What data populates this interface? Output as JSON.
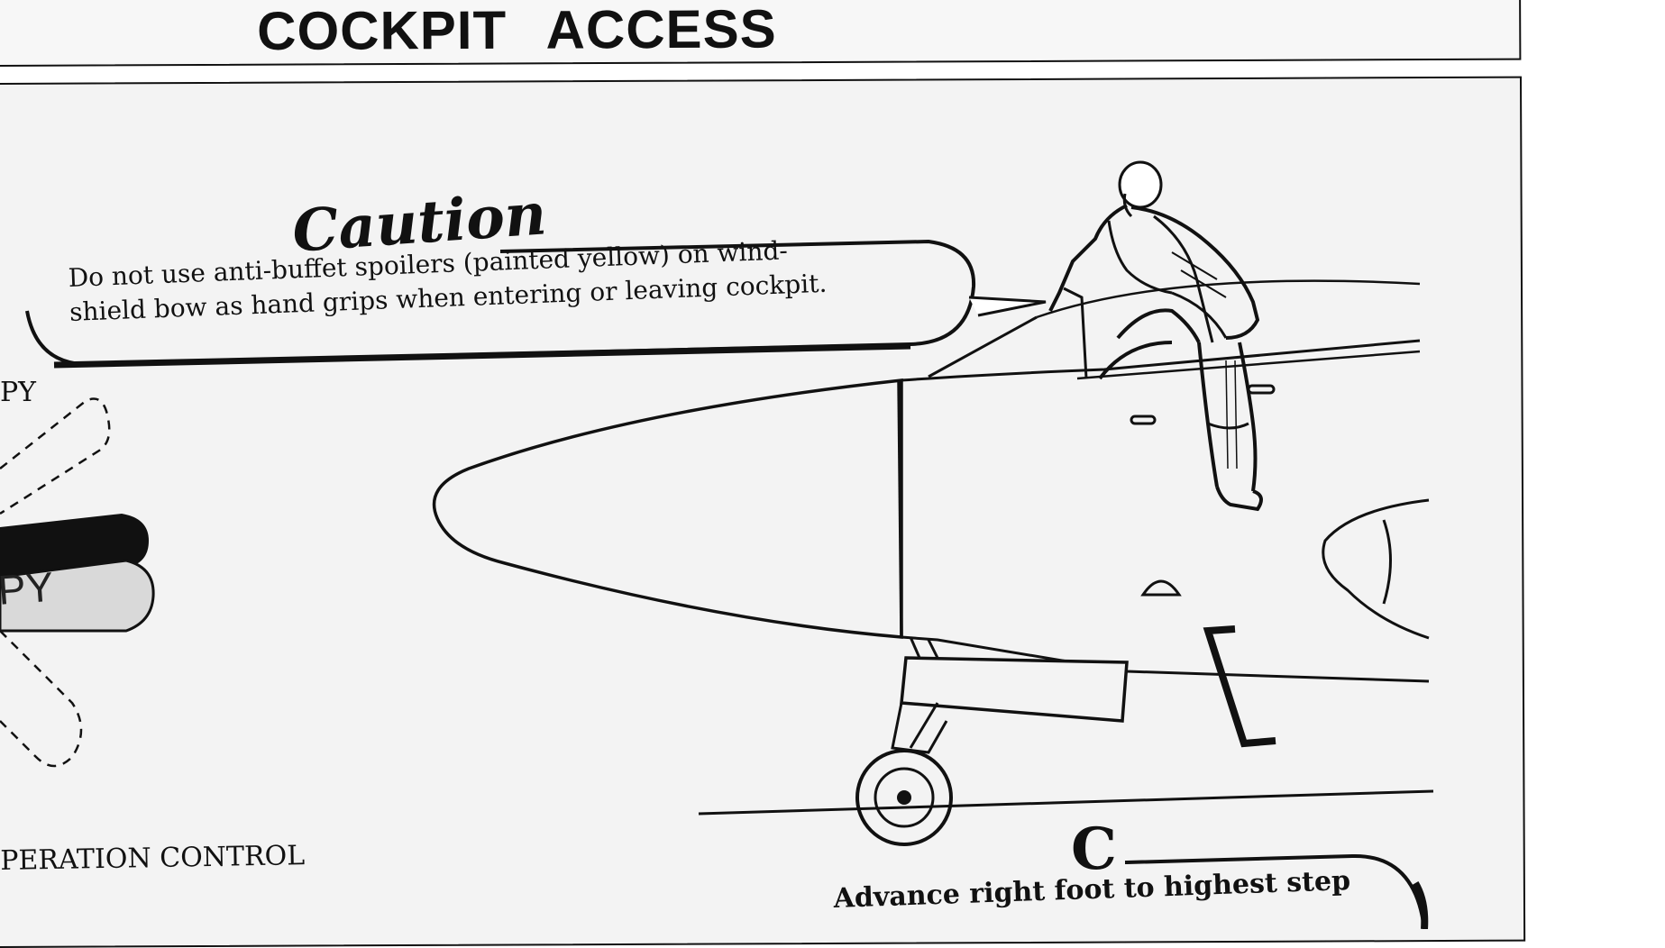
{
  "header": {
    "title": "COCKPIT   ACCESS"
  },
  "caution": {
    "heading": "Caution",
    "line1": "Do not use anti-buffet spoilers (painted yellow) on wind-",
    "line2": "shield bow as hand grips when entering or leaving cockpit."
  },
  "left_labels": {
    "canopy_fragment": "PY",
    "canopy_tag_fragment": "PY",
    "operation_control_fragment": "PERATION CONTROL"
  },
  "step_c": {
    "letter": "C",
    "text": "Advance right foot to highest step"
  }
}
